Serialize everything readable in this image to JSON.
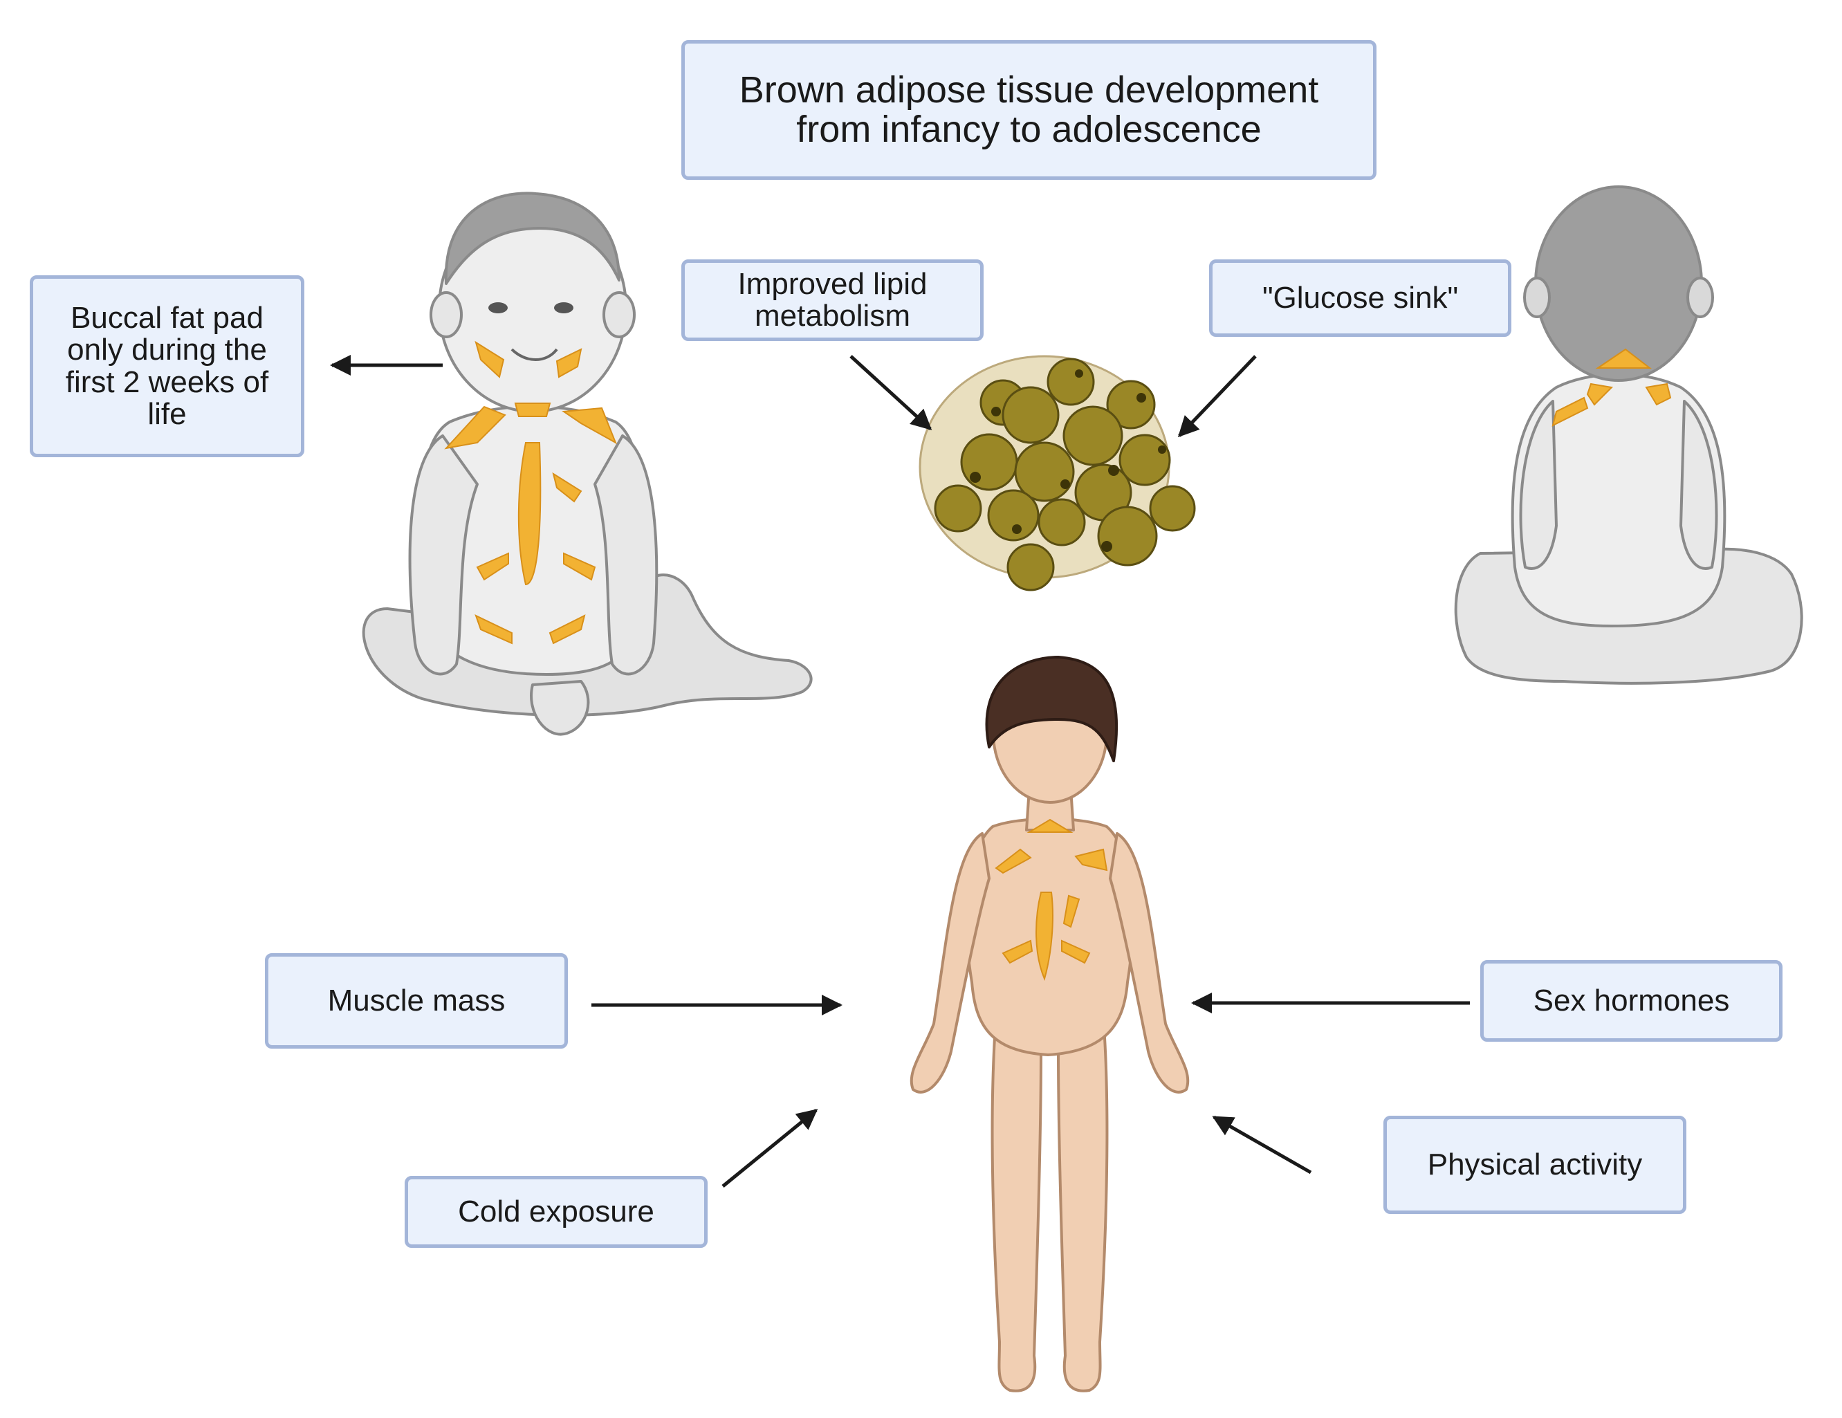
{
  "title": "Brown adipose tissue development\nfrom infancy to adolescence",
  "labels": {
    "buccal": "Buccal fat pad\nonly during the\nfirst 2 weeks of\nlife",
    "lipid": "Improved lipid\nmetabolism",
    "glucose": "\"Glucose sink\"",
    "muscle": "Muscle mass",
    "cold": "Cold exposure",
    "sex": "Sex hormones",
    "activity": "Physical activity"
  },
  "colors": {
    "box_fill": "#eaf1fc",
    "box_border": "#a3b5d9",
    "bat_orange": "#f2b233",
    "adipocyte_olive": "#9a8726",
    "infant_skin": "#eeeeee",
    "child_skin": "#f1cfb3",
    "hair_infant": "#9e9e9e",
    "hair_child": "#4a2f24",
    "arrow": "#1a1a1a"
  }
}
